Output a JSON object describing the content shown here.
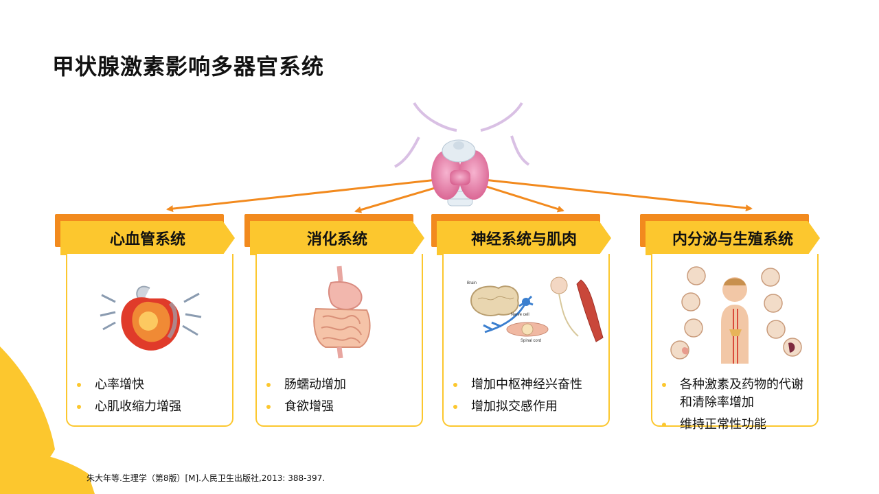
{
  "slide": {
    "title": "甲状腺激素影响多器官系统",
    "reference": "朱大年等.生理学（第8版）[M].人民卫生出版社,2013: 388-397."
  },
  "cards": [
    {
      "title": "心血管系统",
      "image": "heart-illustration",
      "points": [
        "心率增快",
        "心肌收缩力增强"
      ]
    },
    {
      "title": "消化系统",
      "image": "digestive-tract-illustration",
      "points": [
        "肠蠕动增加",
        "食欲增强"
      ]
    },
    {
      "title": "神经系统与肌肉",
      "image": "nervous-system-illustration",
      "image_labels": [
        "Brain",
        "Nerve cell",
        "Spinal cord"
      ],
      "points": [
        "增加中枢神经兴奋性",
        "增加拟交感作用"
      ]
    },
    {
      "title": "内分泌与生殖系统",
      "image": "endocrine-system-illustration",
      "points": [
        "各种激素及药物的代谢和清除率增加",
        "维持正常性功能"
      ]
    }
  ],
  "colors": {
    "accent_yellow": "#fcc72e",
    "accent_orange": "#f28a1e",
    "thyroid_pink": "#e77fa8"
  }
}
